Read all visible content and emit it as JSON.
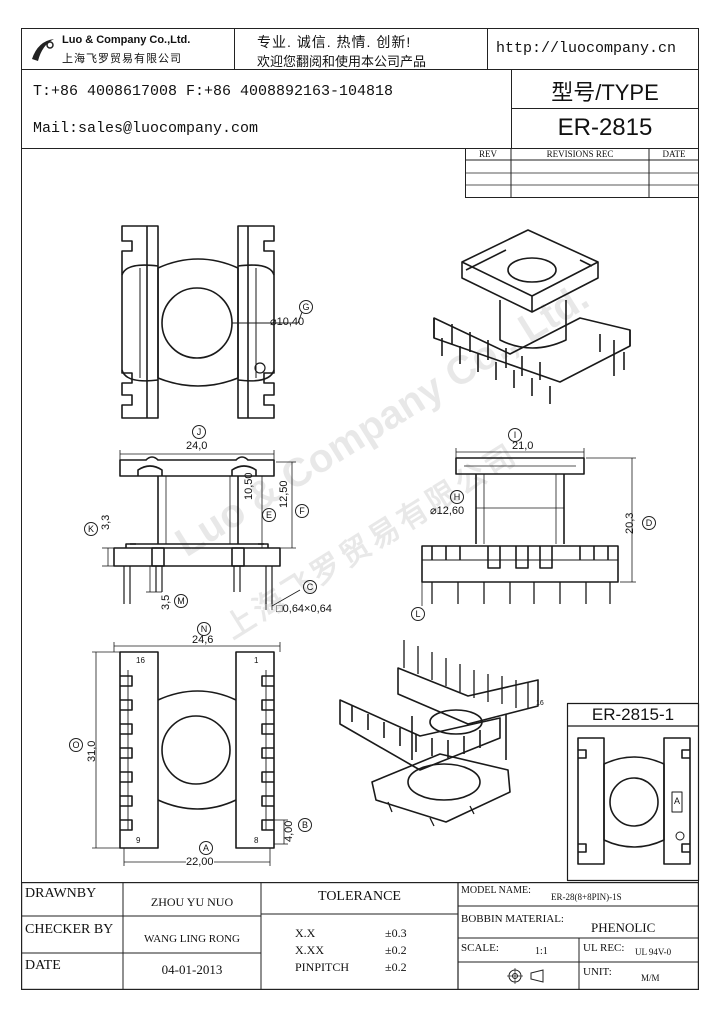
{
  "header": {
    "company_name_en": "Luo & Company Co.,Ltd.",
    "company_name_cn": "上海飞罗贸易有限公司",
    "slogan_line1": "专业. 诚信. 热情. 创新!",
    "slogan_line2": "欢迎您翻阅和使用本公司产品",
    "website": "http://luocompany.cn",
    "phone_line": "T:+86 4008617008 F:+86 4008892163-104818",
    "mail_line": "Mail:sales@luocompany.com",
    "type_label": "型号/TYPE",
    "part_number": "ER-2815"
  },
  "revisions": {
    "col_rev": "REV",
    "col_revisions": "REVISIONS REC",
    "col_date": "DATE"
  },
  "watermark": {
    "line1": "Luo & Company Co., Ltd.",
    "line2": "上海飞罗贸易有限公司"
  },
  "dimensions": {
    "g_label": "G",
    "g_value": "⌀10,40",
    "j_label": "J",
    "j_value": "24,0",
    "e_label": "E",
    "e_value": "10,50",
    "f_label": "F",
    "f_value": "12,50",
    "k_label": "K",
    "k_value": "3,3",
    "m_label": "M",
    "m_value": "3,5",
    "c_label": "C",
    "c_value": "□0,64×0,64",
    "i_label": "I",
    "i_value": "21,0",
    "h_label": "H",
    "h_value": "⌀12,60",
    "d_label": "D",
    "d_value": "20,3",
    "l_label": "L",
    "n_label": "N",
    "n_value": "24,6",
    "o_label": "O",
    "o_value": "31,0",
    "b_label": "B",
    "b_value": "4,00",
    "a_label": "A",
    "a_value": "22,00",
    "pin_16": "16",
    "pin_1": "1",
    "pin_9": "9",
    "pin_8": "8",
    "pin_16_iso": "16"
  },
  "variant": {
    "title": "ER-2815-1",
    "mark": "A"
  },
  "title_block": {
    "drawnby_label": "DRAWNBY",
    "drawnby_value": "ZHOU YU NUO",
    "checker_label": "CHECKER BY",
    "checker_value": "WANG LING RONG",
    "date_label": "DATE",
    "date_value": "04-01-2013",
    "tolerance_label": "TOLERANCE",
    "tol_xx_label": "X.X",
    "tol_xx_value": "±0.3",
    "tol_xxx_label": "X.XX",
    "tol_xxx_value": "±0.2",
    "tol_pin_label": "PINPITCH",
    "tol_pin_value": "±0.2",
    "model_label": "MODEL NAME:",
    "model_value": "ER-28(8+8PIN)-1S",
    "material_label": "BOBBIN MATERIAL:",
    "material_value": "PHENOLIC",
    "scale_label": "SCALE:",
    "scale_value": "1:1",
    "ul_label": "UL REC:",
    "ul_value": "UL 94V-0",
    "unit_label": "UNIT:",
    "unit_value": "M/M"
  }
}
